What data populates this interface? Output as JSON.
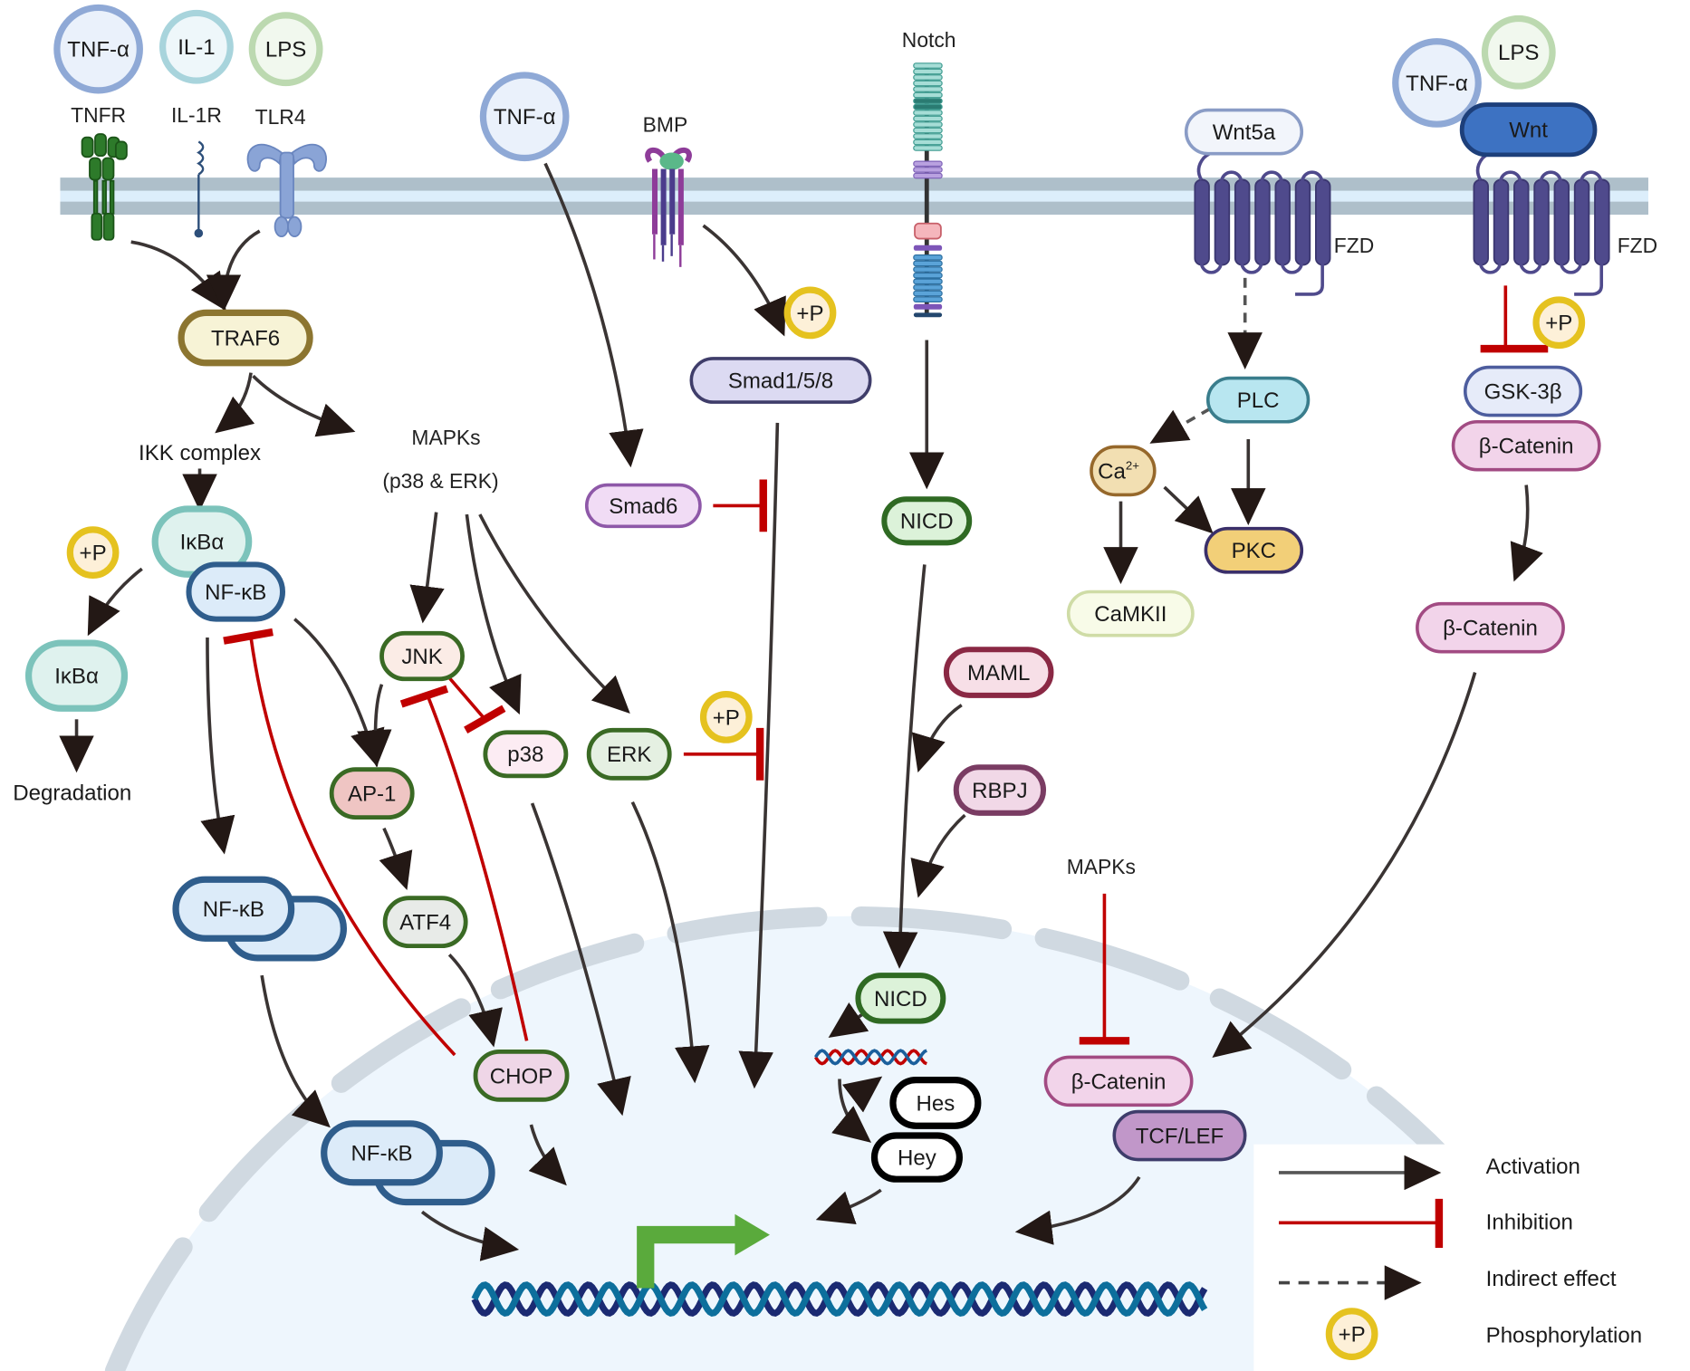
{
  "ligands": {
    "tnf_alpha_1": "TNF-α",
    "il1": "IL-1",
    "lps_1": "LPS",
    "tnf_alpha_2": "TNF-α",
    "tnf_alpha_3": "TNF-α",
    "lps_2": "LPS"
  },
  "receptors": {
    "tnfr": "TNFR",
    "il1r": "IL-1R",
    "tlr4": "TLR4",
    "bmp": "BMP",
    "notch": "Notch",
    "fzd_1": "FZD",
    "fzd_2": "FZD"
  },
  "nodes": {
    "traf6": "TRAF6",
    "ikba_1": "IκBα",
    "nfkb_1": "NF-κB",
    "ikba_2": "IκBα",
    "nfkb_2": "NF-κB",
    "nfkb_3": "NF-κB",
    "jnk": "JNK",
    "p38": "p38",
    "erk": "ERK",
    "ap1": "AP-1",
    "atf4": "ATF4",
    "chop": "CHOP",
    "smad158": "Smad1/5/8",
    "smad6": "Smad6",
    "nicd_1": "NICD",
    "nicd_2": "NICD",
    "maml": "MAML",
    "rbpj": "RBPJ",
    "hes": "Hes",
    "hey": "Hey",
    "wnt5a": "Wnt5a",
    "wnt": "Wnt",
    "plc": "PLC",
    "ca": {
      "base": "Ca",
      "sup": "2+"
    },
    "pkc": "PKC",
    "camkii": "CaMKII",
    "gsk3b": "GSK-3β",
    "bcatenin_1": "β-Catenin",
    "bcatenin_2": "β-Catenin",
    "bcatenin_3": "β-Catenin",
    "tcflef": "TCF/LEF"
  },
  "labels": {
    "ikk_complex": "IKK complex",
    "mapks": "MAPKs",
    "mapks_sub": "(p38 & ERK)",
    "degradation": "Degradation",
    "mapks_nuclear": "MAPKs"
  },
  "phospho": "+P",
  "legend": {
    "activation": "Activation",
    "inhibition": "Inhibition",
    "indirect": "Indirect effect",
    "phosphorylation": "Phosphorylation"
  },
  "colors": {
    "activation": "#231815",
    "inhibition": "#c00000",
    "membrane": "#aebfca",
    "nucleus": "#eef6fd",
    "promoter": "#5aaa3c",
    "phospho_ring": "#e5c21f"
  }
}
